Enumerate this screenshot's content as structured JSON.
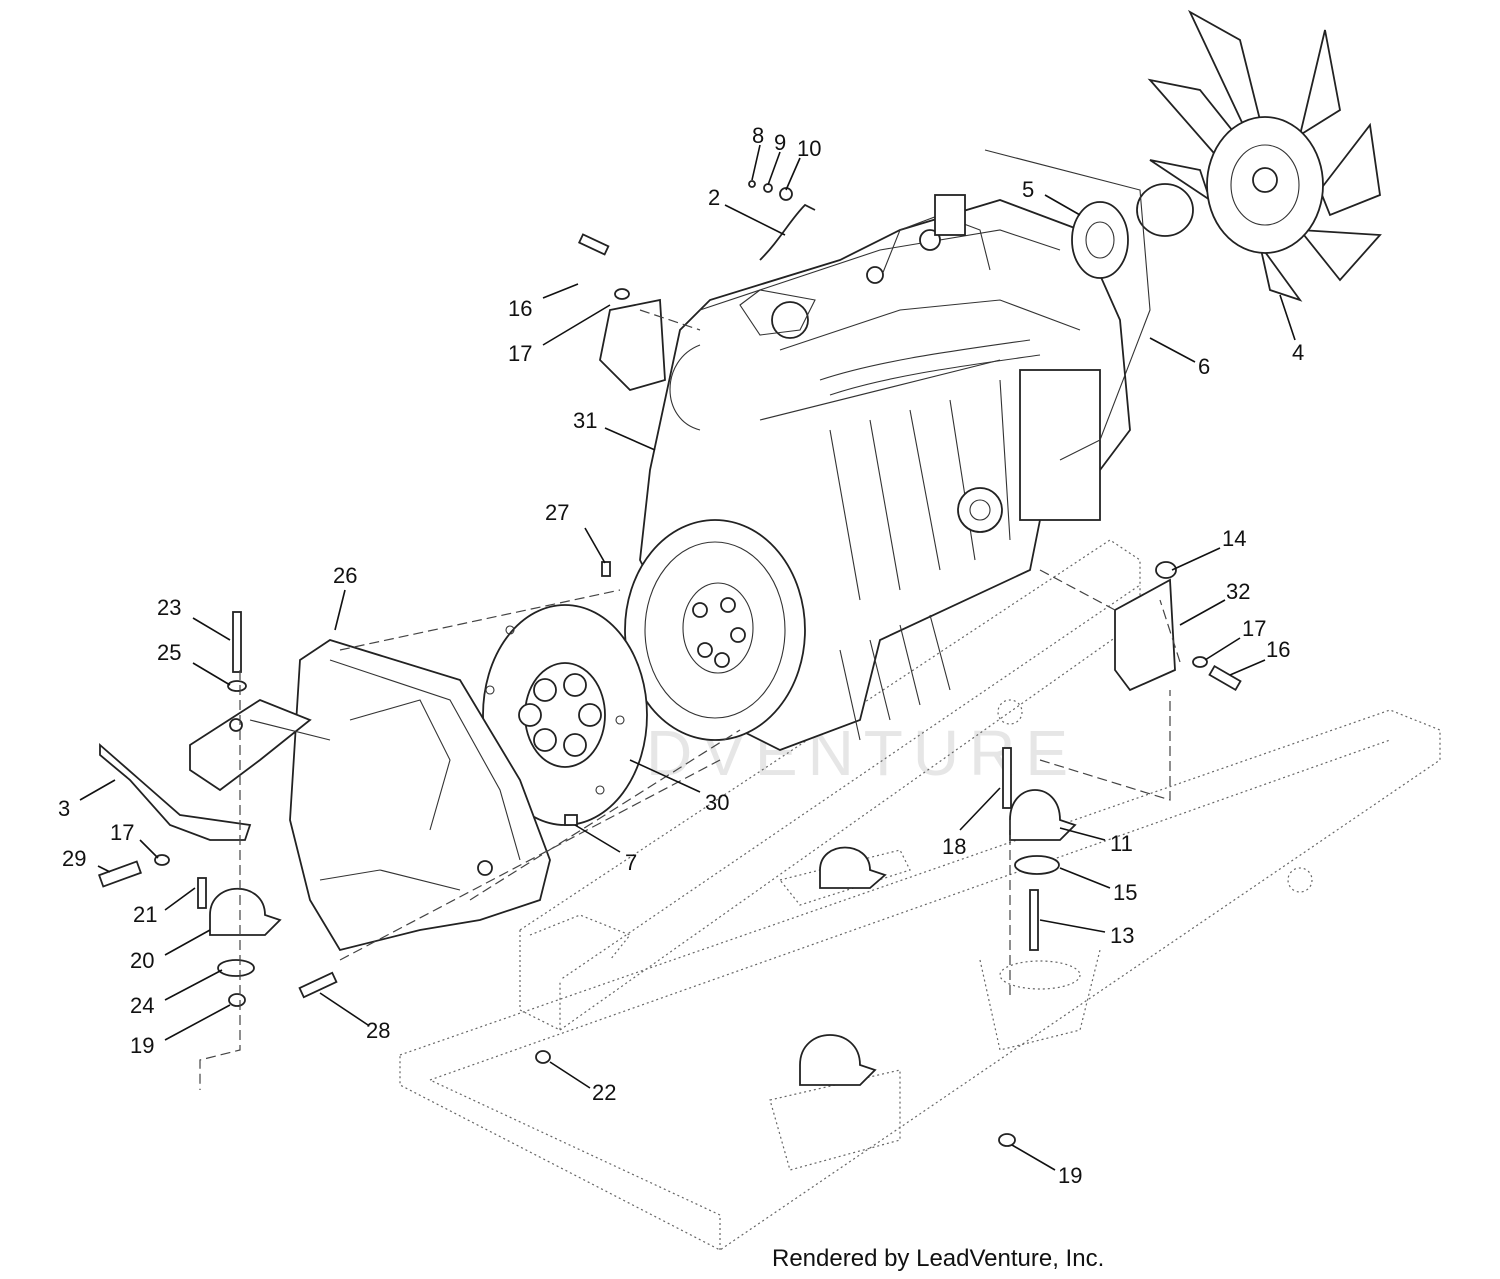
{
  "watermark": "LEADVENTURE",
  "credit": "Rendered by LeadVenture, Inc.",
  "callouts": [
    {
      "id": "c8",
      "text": "8"
    },
    {
      "id": "c9",
      "text": "9"
    },
    {
      "id": "c10",
      "text": "10"
    },
    {
      "id": "c2",
      "text": "2"
    },
    {
      "id": "c5",
      "text": "5"
    },
    {
      "id": "c4",
      "text": "4"
    },
    {
      "id": "c6",
      "text": "6"
    },
    {
      "id": "c16a",
      "text": "16"
    },
    {
      "id": "c17a",
      "text": "17"
    },
    {
      "id": "c31",
      "text": "31"
    },
    {
      "id": "c27",
      "text": "27"
    },
    {
      "id": "c14",
      "text": "14"
    },
    {
      "id": "c32",
      "text": "32"
    },
    {
      "id": "c17b",
      "text": "17"
    },
    {
      "id": "c16b",
      "text": "16"
    },
    {
      "id": "c26",
      "text": "26"
    },
    {
      "id": "c23",
      "text": "23"
    },
    {
      "id": "c25",
      "text": "25"
    },
    {
      "id": "c3",
      "text": "3"
    },
    {
      "id": "c17c",
      "text": "17"
    },
    {
      "id": "c29",
      "text": "29"
    },
    {
      "id": "c30",
      "text": "30"
    },
    {
      "id": "c7",
      "text": "7"
    },
    {
      "id": "c18",
      "text": "18"
    },
    {
      "id": "c11",
      "text": "11"
    },
    {
      "id": "c15",
      "text": "15"
    },
    {
      "id": "c13",
      "text": "13"
    },
    {
      "id": "c21",
      "text": "21"
    },
    {
      "id": "c20",
      "text": "20"
    },
    {
      "id": "c24",
      "text": "24"
    },
    {
      "id": "c19a",
      "text": "19"
    },
    {
      "id": "c28",
      "text": "28"
    },
    {
      "id": "c22",
      "text": "22"
    },
    {
      "id": "c19b",
      "text": "19"
    }
  ]
}
